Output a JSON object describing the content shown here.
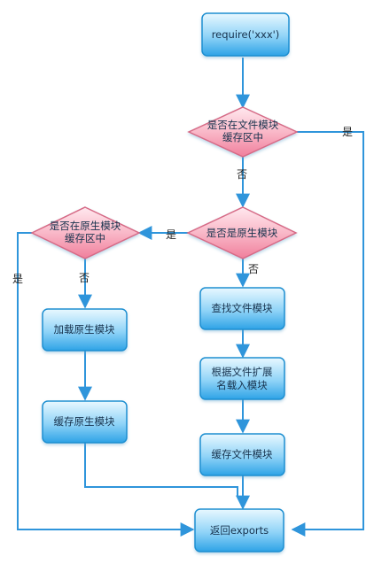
{
  "colors": {
    "process_fill_top": "#e9f8ff",
    "process_fill_bottom": "#2ea3e6",
    "process_stroke": "#1f8fd1",
    "decision_fill_top": "#ffe8ee",
    "decision_fill_bottom": "#f07f9c",
    "decision_stroke": "#d66b86",
    "edge": "#2f95db"
  },
  "nodes": {
    "start": {
      "label": "require('xxx')"
    },
    "in_file_cache": {
      "lines": [
        "是否在文件模块",
        "缓存区中"
      ]
    },
    "is_native": {
      "lines": [
        "是否是原生模块"
      ]
    },
    "in_native_cache": {
      "lines": [
        "是否在原生模块",
        "缓存区中"
      ]
    },
    "find_file": {
      "label": "查找文件模块"
    },
    "load_by_ext": {
      "lines": [
        "根据文件扩展",
        "名载入模块"
      ]
    },
    "cache_file": {
      "label": "缓存文件模块"
    },
    "load_native": {
      "label": "加载原生模块"
    },
    "cache_native": {
      "label": "缓存原生模块"
    },
    "return_exports": {
      "label": "返回exports"
    }
  },
  "edge_labels": {
    "file_cache_yes": "是",
    "file_cache_no": "否",
    "is_native_yes": "是",
    "is_native_no": "否",
    "native_cache_yes": "是",
    "native_cache_no": "否"
  }
}
